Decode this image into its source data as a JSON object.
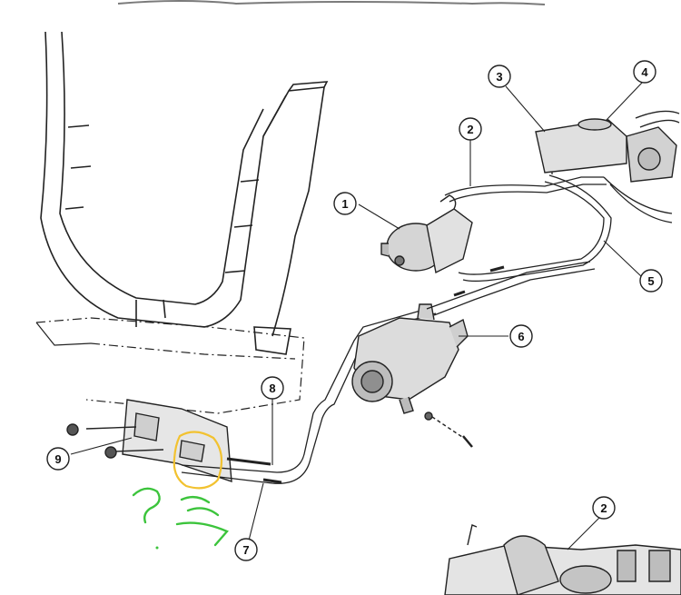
{
  "diagram": {
    "callouts": [
      {
        "id": "1",
        "label": "1"
      },
      {
        "id": "2",
        "label": "2"
      },
      {
        "id": "3",
        "label": "3"
      },
      {
        "id": "4",
        "label": "4"
      },
      {
        "id": "5",
        "label": "5"
      },
      {
        "id": "6",
        "label": "6"
      },
      {
        "id": "7",
        "label": "7"
      },
      {
        "id": "8",
        "label": "8"
      },
      {
        "id": "9",
        "label": "9"
      },
      {
        "id": "2b",
        "label": "2"
      }
    ],
    "annotation_marks": {
      "highlight_color": "#f2c230",
      "scribble_color": "#3cc43c",
      "scribble_text": "?"
    }
  }
}
